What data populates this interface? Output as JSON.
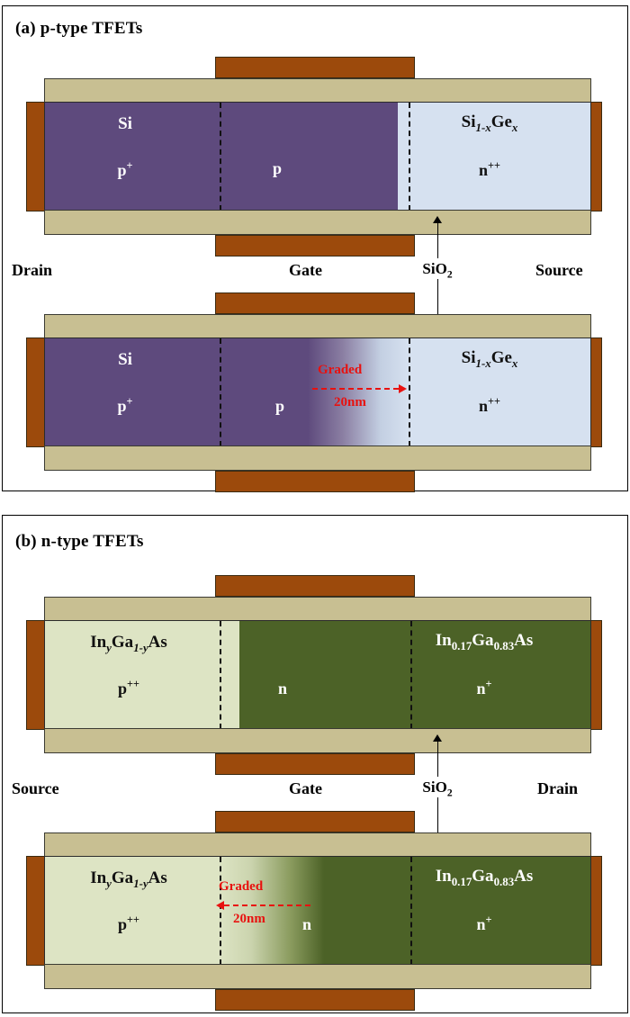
{
  "figure": {
    "panels": [
      {
        "id": "a",
        "title": "(a) p-type TFETs",
        "terminals": {
          "left": "Drain",
          "center": "Gate",
          "right": "Source"
        },
        "oxide_label": "SiO",
        "oxide_sub": "2",
        "colors": {
          "oxide": "#c8bf92",
          "electrode": "#9c4a0c",
          "channel": "#5e4a7d",
          "source": "#d6e1f0",
          "outline": "#2b2b2b",
          "graded_accent": "#e8110f"
        },
        "devices": [
          {
            "id": "abrupt",
            "graded": false,
            "left_material": "Si",
            "left_doping": "p",
            "left_doping_sup": "+",
            "channel_doping": "p",
            "right_material_parts": [
              "Si",
              "1-x",
              "Ge",
              "x"
            ],
            "right_doping": "n",
            "right_doping_sup": "++"
          },
          {
            "id": "graded",
            "graded": true,
            "left_material": "Si",
            "left_doping": "p",
            "left_doping_sup": "+",
            "channel_doping": "p",
            "right_material_parts": [
              "Si",
              "1-x",
              "Ge",
              "x"
            ],
            "right_doping": "n",
            "right_doping_sup": "++",
            "graded_label": "Graded",
            "graded_length": "20nm",
            "graded_direction": "right"
          }
        ]
      },
      {
        "id": "b",
        "title": "(b) n-type TFETs",
        "terminals": {
          "left": "Source",
          "center": "Gate",
          "right": "Drain"
        },
        "oxide_label": "SiO",
        "oxide_sub": "2",
        "colors": {
          "oxide": "#c8bf92",
          "electrode": "#9c4a0c",
          "channel": "#4c6227",
          "source": "#dde4c4",
          "outline": "#2b2b2b",
          "graded_accent": "#e8110f"
        },
        "devices": [
          {
            "id": "abrupt",
            "graded": false,
            "left_material_parts": [
              "In",
              "y",
              "Ga",
              "1-y",
              "As"
            ],
            "left_doping": "p",
            "left_doping_sup": "++",
            "channel_doping": "n",
            "right_material_parts": [
              "In",
              "0.17",
              "Ga",
              "0.83",
              "As"
            ],
            "right_doping": "n",
            "right_doping_sup": "+"
          },
          {
            "id": "graded",
            "graded": true,
            "left_material_parts": [
              "In",
              "y",
              "Ga",
              "1-y",
              "As"
            ],
            "left_doping": "p",
            "left_doping_sup": "++",
            "channel_doping": "n",
            "right_material_parts": [
              "In",
              "0.17",
              "Ga",
              "0.83",
              "As"
            ],
            "right_doping": "n",
            "right_doping_sup": "+",
            "graded_label": "Graded",
            "graded_length": "20nm",
            "graded_direction": "left"
          }
        ]
      }
    ]
  }
}
